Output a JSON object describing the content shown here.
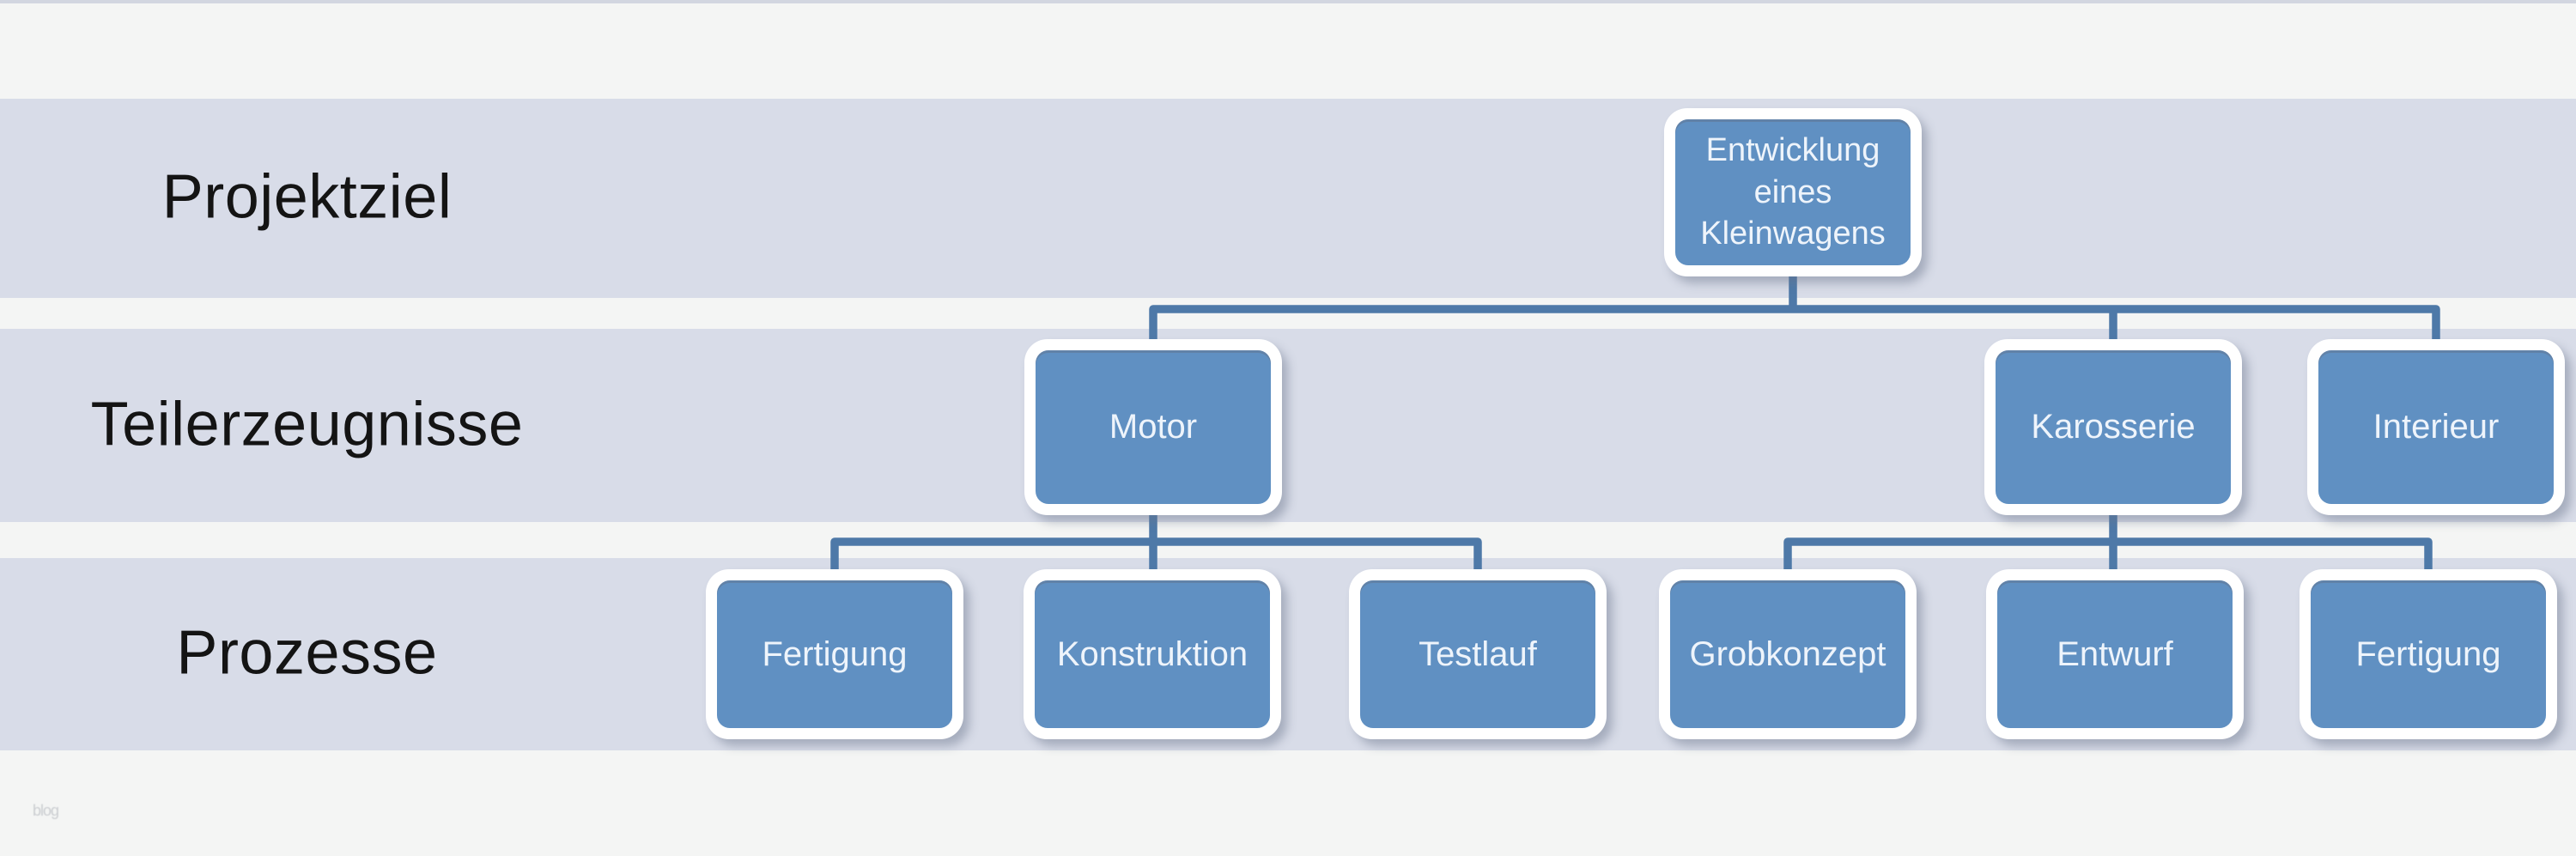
{
  "rows": [
    {
      "label": "Projektziel"
    },
    {
      "label": "Teilerzeugnisse"
    },
    {
      "label": "Prozesse"
    }
  ],
  "nodes": {
    "root": {
      "label": "Entwicklung eines Kleinwagens"
    },
    "motor": {
      "label": "Motor"
    },
    "karosserie": {
      "label": "Karosserie"
    },
    "interieur": {
      "label": "Interieur"
    },
    "fertigung_motor": {
      "label": "Fertigung"
    },
    "konstruktion": {
      "label": "Konstruktion"
    },
    "testlauf": {
      "label": "Testlauf"
    },
    "grobkonzept": {
      "label": "Grobkonzept"
    },
    "entwurf": {
      "label": "Entwurf"
    },
    "fertigung_karosserie": {
      "label": "Fertigung"
    }
  },
  "hierarchy": {
    "root": "Entwicklung eines Kleinwagens",
    "children": [
      {
        "label": "Motor",
        "children": [
          "Fertigung",
          "Konstruktion",
          "Testlauf"
        ]
      },
      {
        "label": "Karosserie",
        "children": [
          "Grobkonzept",
          "Entwurf",
          "Fertigung"
        ]
      },
      {
        "label": "Interieur",
        "children": []
      }
    ]
  },
  "watermark": "blog",
  "colors": {
    "background": "#f4f5f4",
    "band": "#d8dce8",
    "box_fill": "#6090c2",
    "box_frame": "#ffffff",
    "connector": "#4e79a8",
    "row_label_text": "#141414",
    "box_text": "#eef4fb"
  }
}
